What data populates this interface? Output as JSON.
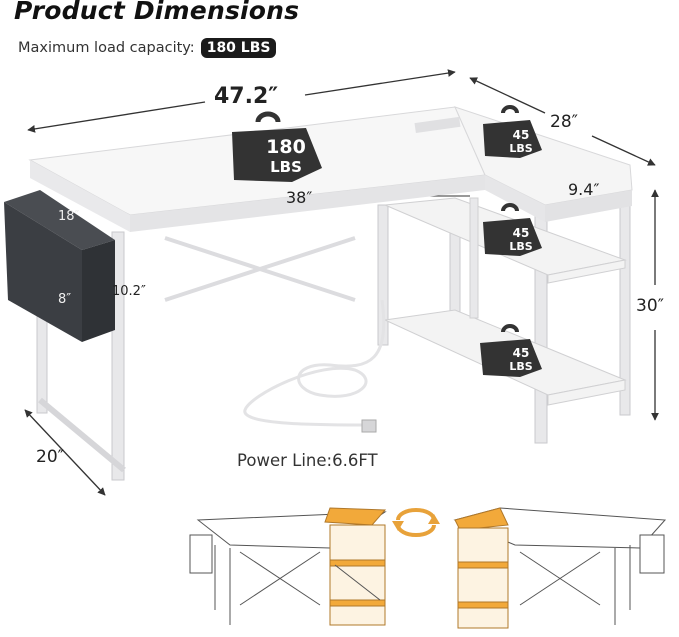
{
  "header": {
    "title": "Product Dimensions",
    "load_label": "Maximum load capacity:",
    "load_value": "180 LBS"
  },
  "dimensions": {
    "total_width": "47.2″",
    "depth_right": "28″",
    "inner_width": "38″",
    "shelf_width": "9.4″",
    "height": "30″",
    "depth_left": "20″",
    "bag_width": "18″",
    "bag_height": "8″",
    "bag_depth": "10.2″"
  },
  "weights": {
    "main": {
      "num": "180",
      "unit": "LBS"
    },
    "top": {
      "num": "45",
      "unit": "LBS"
    },
    "shelf_upper": {
      "num": "45",
      "unit": "LBS"
    },
    "shelf_lower": {
      "num": "45",
      "unit": "LBS"
    }
  },
  "power": {
    "label": "Power Line:6.6FT"
  },
  "colors": {
    "frame": "#e8e8ea",
    "desk_top": "#f7f7f7",
    "bag": "#3b3e43",
    "weight": "#333333",
    "wood": "#f2a93a",
    "arrow": "#e8a23a"
  }
}
